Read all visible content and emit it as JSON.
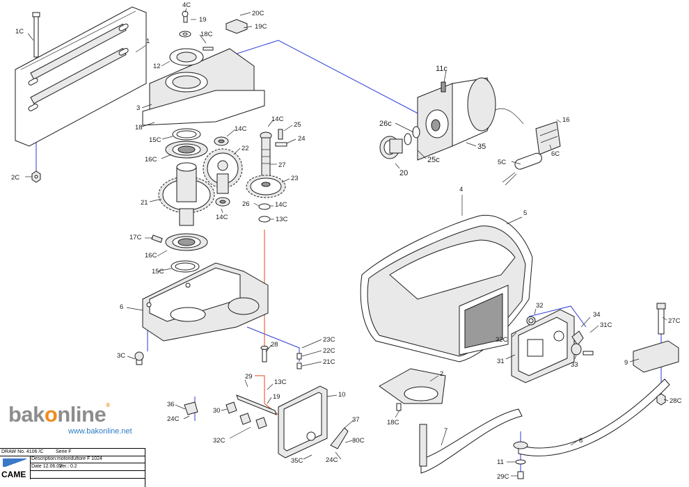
{
  "labels": {
    "l1C": "1C",
    "l4C": "4C",
    "l19": "19",
    "l20C": "20C",
    "l19C": "19C",
    "l18C": "18C",
    "l1": "1",
    "l12": "12",
    "l3": "3",
    "l18": "18",
    "l15Ca": "15C",
    "l14Ca": "14C",
    "l14Cb": "14C",
    "l25": "25",
    "l24": "24",
    "l16Ca": "16C",
    "l22": "22",
    "l27": "27",
    "l23": "23",
    "l21": "21",
    "l14Cc": "14C",
    "l26": "26",
    "l14Cd": "14C",
    "l13C": "13C",
    "l17C": "17C",
    "l16Cb": "16C",
    "l15Cb": "15C",
    "l6": "6",
    "l2C": "2C",
    "l3C": "3C",
    "l11c": "11c",
    "l26c": "26c",
    "l35": "35",
    "l25c": "25c",
    "l20": "20",
    "l16": "16",
    "l6C": "6C",
    "l5C": "5C",
    "l4": "4",
    "l5": "5",
    "l32": "32",
    "l34": "34",
    "l31C": "31C",
    "l32C": "32C",
    "l31": "31",
    "l33": "33",
    "l27C": "27C",
    "l9": "9",
    "l28C": "28C",
    "l2": "2",
    "l18Cb": "18C",
    "l7": "7",
    "l8": "8",
    "l11": "11",
    "l29C": "29C",
    "l28": "28",
    "l23C": "23C",
    "l22C": "22C",
    "l21C": "21C",
    "l29": "29",
    "l13Cb": "13C",
    "l19b": "19",
    "l10": "10",
    "l36": "36",
    "l24Ca": "24C",
    "l30": "30",
    "l32Cb": "32C",
    "l37": "37",
    "l30C": "30C",
    "l35C": "35C",
    "l24Cb": "24C"
  },
  "logo": {
    "brand_a": "bak",
    "brand_o": "o",
    "brand_b": "nline",
    "reg": "®",
    "url": "www.bakonline.net"
  },
  "title_block": {
    "drawing_no": "DRAW No. 4106 /C",
    "series": "Serie F",
    "description": "Description:motoriduttore F 1024",
    "date": "Date 12.06.02",
    "version": "Ver.: 0.2",
    "company": "CAME"
  },
  "colors": {
    "axis_blue": "#2b3ad6",
    "axis_red": "#e2471c",
    "logo_orange": "#f08a1c",
    "logo_grey": "#8d8d8d",
    "url_blue": "#2c7bc4"
  }
}
